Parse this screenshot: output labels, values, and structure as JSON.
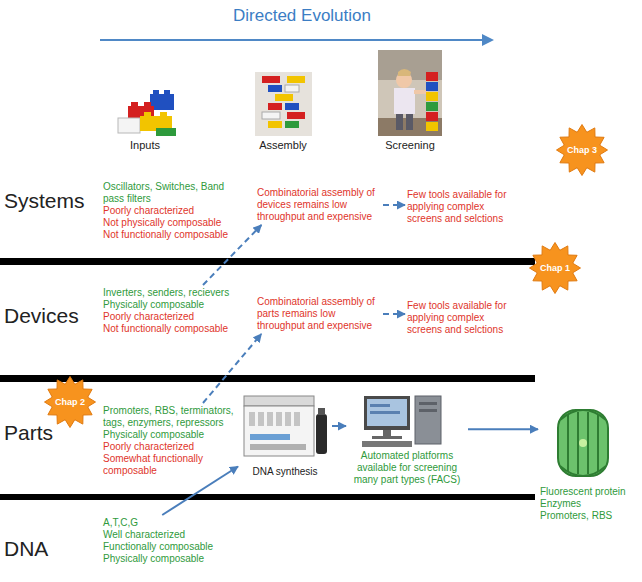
{
  "diagram": {
    "title": "Directed Evolution",
    "nodes": [
      {
        "text": [
          "Oscillators, Switches, Band pass filters",
          "Poorly characterized",
          "Not physically composable",
          "Not functionally composable"
        ]
      },
      {
        "text": [
          "Combinatorial assembly of devices remains low throughput and expensive"
        ]
      },
      {
        "text": [
          "Few tools available for applying complex screens and selctions"
        ]
      },
      {
        "text": [
          "Chap 3"
        ]
      },
      {
        "text": [
          "Inverters, senders, recievers",
          "Physically composable",
          "Poorly characterized",
          "Not functionally composable"
        ]
      },
      {
        "text": [
          "Combinatorial assembly of parts remains low throughput and expensive"
        ]
      },
      {
        "text": [
          "Few tools available for applying complex screens and selctions"
        ]
      },
      {
        "text": [
          "Chap 1"
        ]
      },
      {
        "text": [
          "Chap 2"
        ]
      },
      {
        "text": [
          "Promoters, RBS, terminators, tags, enzymers, repressors",
          "Physically composable",
          "Poorly characterized",
          "Somewhat functionally composable"
        ]
      },
      {
        "text": [
          "DNA synthesis"
        ]
      },
      {
        "text": [
          "Automated platforms available for screening many part types (FACS)"
        ]
      },
      {
        "text": [
          "Fluorescent protein",
          "Enzymes",
          "Promoters, RBS"
        ]
      },
      {
        "text": [
          "A,T,C,G",
          "Well characterized",
          "Functionally composable",
          "Physically composable"
        ]
      }
    ],
    "edges": [
      {
        "from": 1,
        "to": 2,
        "arrow": "to"
      },
      {
        "from": 4,
        "to": 1,
        "arrow": "to"
      },
      {
        "from": 5,
        "to": 6,
        "arrow": "to"
      },
      {
        "from": 9,
        "to": 5,
        "arrow": "to"
      },
      {
        "from": 13,
        "to": 10,
        "arrow": "to"
      },
      {
        "from": 10,
        "to": 11,
        "arrow": "to"
      },
      {
        "from": 11,
        "to": 12,
        "arrow": "to"
      }
    ],
    "labels": [
      "Inputs",
      "Assembly",
      "Screening",
      "Systems",
      "Devices",
      "Parts",
      "DNA"
    ]
  }
}
